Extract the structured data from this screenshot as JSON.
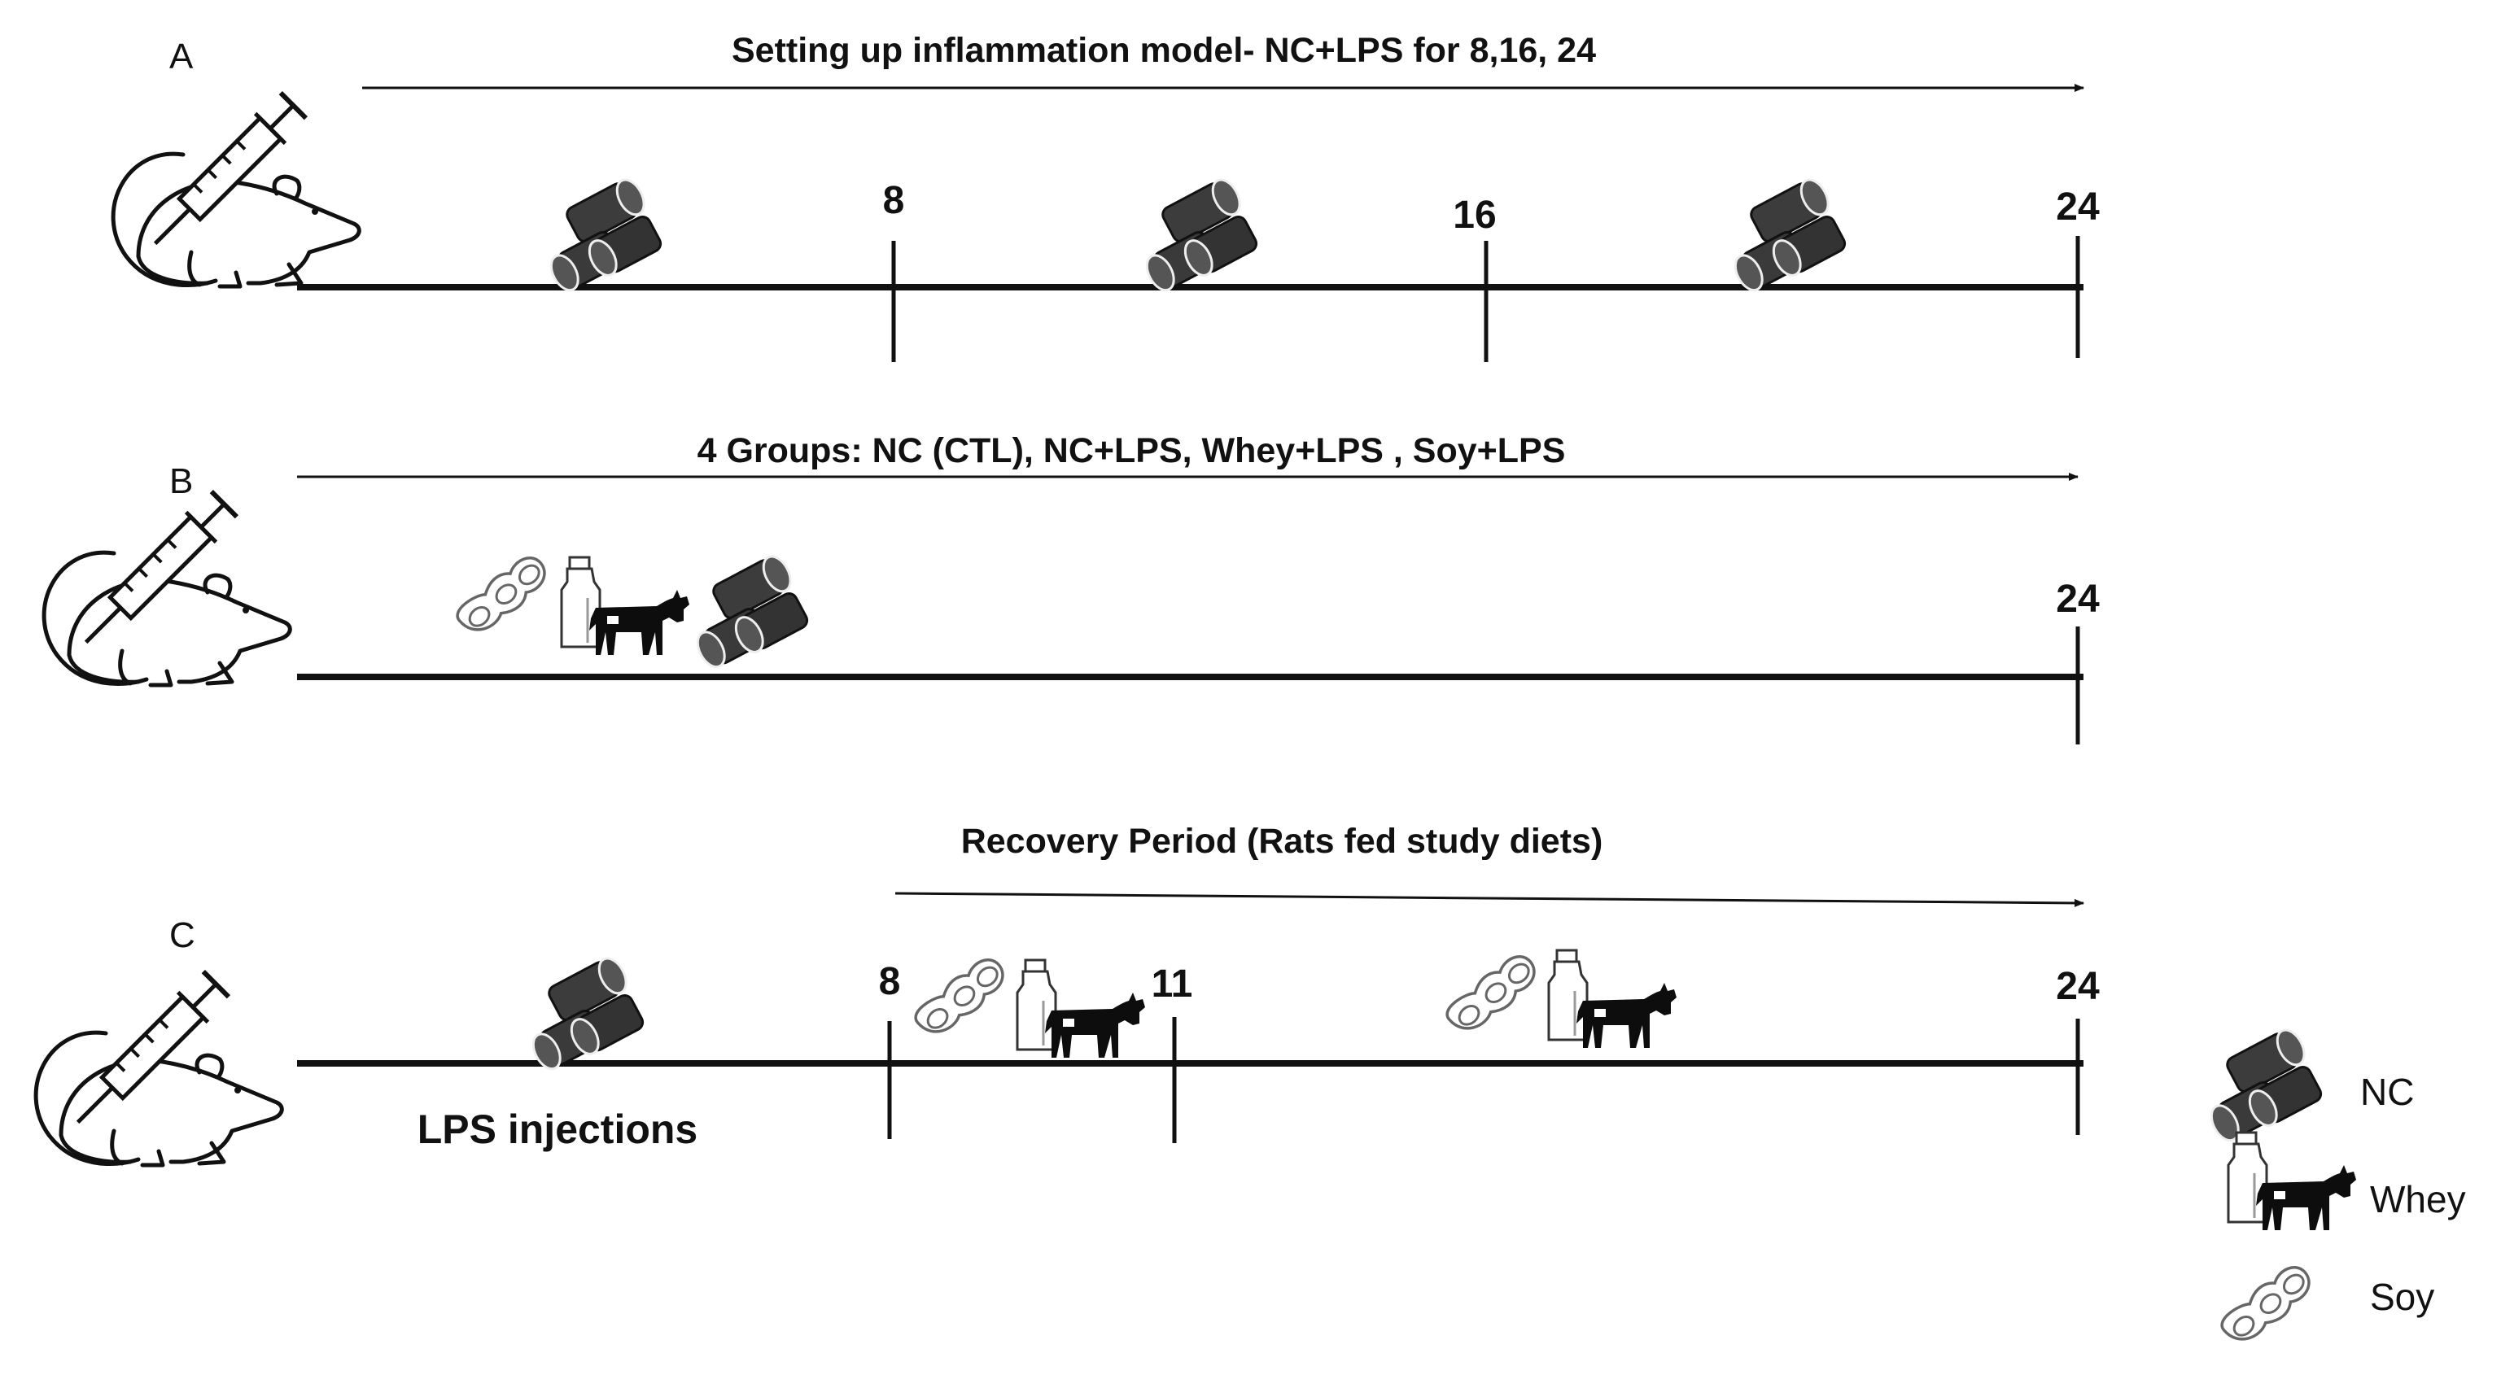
{
  "panels": {
    "a": {
      "label": "A",
      "title": "Setting up inflammation model- NC+LPS for 8,16, 24",
      "ticks": [
        "8",
        "16",
        "24"
      ]
    },
    "b": {
      "label": "B",
      "title": "4 Groups: NC (CTL), NC+LPS, Whey+LPS , Soy+LPS",
      "ticks": [
        "24"
      ]
    },
    "c": {
      "label": "C",
      "title": "Recovery Period (Rats fed study diets)",
      "ticks": [
        "8",
        "11",
        "24"
      ],
      "note": "LPS injections"
    }
  },
  "legend": {
    "nc": "NC",
    "whey": "Whey",
    "soy": "Soy"
  },
  "icons": [
    "rat-icon",
    "syringe-icon",
    "nc-pellet-icon",
    "whey-bottle-icon",
    "cow-icon",
    "soy-pod-icon"
  ]
}
